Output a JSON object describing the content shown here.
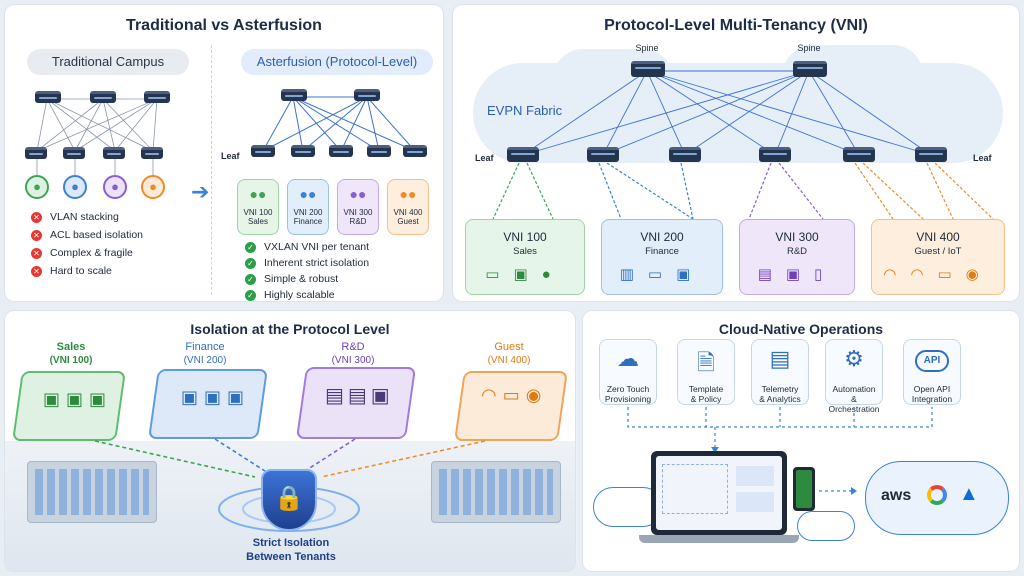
{
  "traditional": {
    "title": "Traditional vs Asterfusion",
    "left_pill": "Traditional Campus",
    "right_pill": "Asterfusion (Protocol-Level)",
    "leaf_label": "Leaf",
    "cons": [
      "VLAN stacking",
      "ACL based isolation",
      "Complex & fragile",
      "Hard to scale"
    ],
    "tenants": [
      {
        "vni": "VNI 100",
        "name": "Sales",
        "color": "#3aa655"
      },
      {
        "vni": "VNI 200",
        "name": "Finance",
        "color": "#3b82d6"
      },
      {
        "vni": "VNI 300",
        "name": "R&D",
        "color": "#8b5cd6"
      },
      {
        "vni": "VNI 400",
        "name": "Guest",
        "color": "#f08a24"
      }
    ],
    "pros": [
      "VXLAN VNI per tenant",
      "Inherent strict isolation",
      "Simple & robust",
      "Highly scalable"
    ]
  },
  "multitenancy": {
    "title": "Protocol-Level Multi-Tenancy (VNI)",
    "spine_label": "Spine",
    "fabric_label": "EVPN Fabric",
    "leaf_label": "Leaf",
    "zones": [
      {
        "vni": "VNI 100",
        "name": "Sales",
        "color": "#3aa655"
      },
      {
        "vni": "VNI 200",
        "name": "Finance",
        "color": "#3b82d6"
      },
      {
        "vni": "VNI 300",
        "name": "R&D",
        "color": "#8b5cd6"
      },
      {
        "vni": "VNI 400",
        "name": "Guest / IoT",
        "color": "#f08a24"
      }
    ]
  },
  "isolation": {
    "title": "Isolation at the Protocol Level",
    "groups": [
      {
        "name": "Sales",
        "vni": "(VNI 100)",
        "color": "#2e8b3e"
      },
      {
        "name": "Finance",
        "vni": "(VNI 200)",
        "color": "#2f6fc0"
      },
      {
        "name": "R&D",
        "vni": "(VNI 300)",
        "color": "#6d3fc0"
      },
      {
        "name": "Guest",
        "vni": "(VNI 400)",
        "color": "#e07a12"
      }
    ],
    "caption_line1": "Strict Isolation",
    "caption_line2": "Between Tenants"
  },
  "cloud_ops": {
    "title": "Cloud-Native Operations",
    "services": [
      {
        "line1": "Zero Touch",
        "line2": "Provisioning",
        "icon": "cloud-upload-icon"
      },
      {
        "line1": "Template",
        "line2": "& Policy",
        "icon": "document-check-icon"
      },
      {
        "line1": "Telemetry",
        "line2": "& Analytics",
        "icon": "bar-chart-icon"
      },
      {
        "line1": "Automation",
        "line2": "& Orchestration",
        "icon": "gear-icon"
      },
      {
        "line1": "Open API",
        "line2": "Integration",
        "icon": "api-cloud-icon"
      }
    ],
    "api_text": "API",
    "providers": [
      "aws"
    ]
  }
}
